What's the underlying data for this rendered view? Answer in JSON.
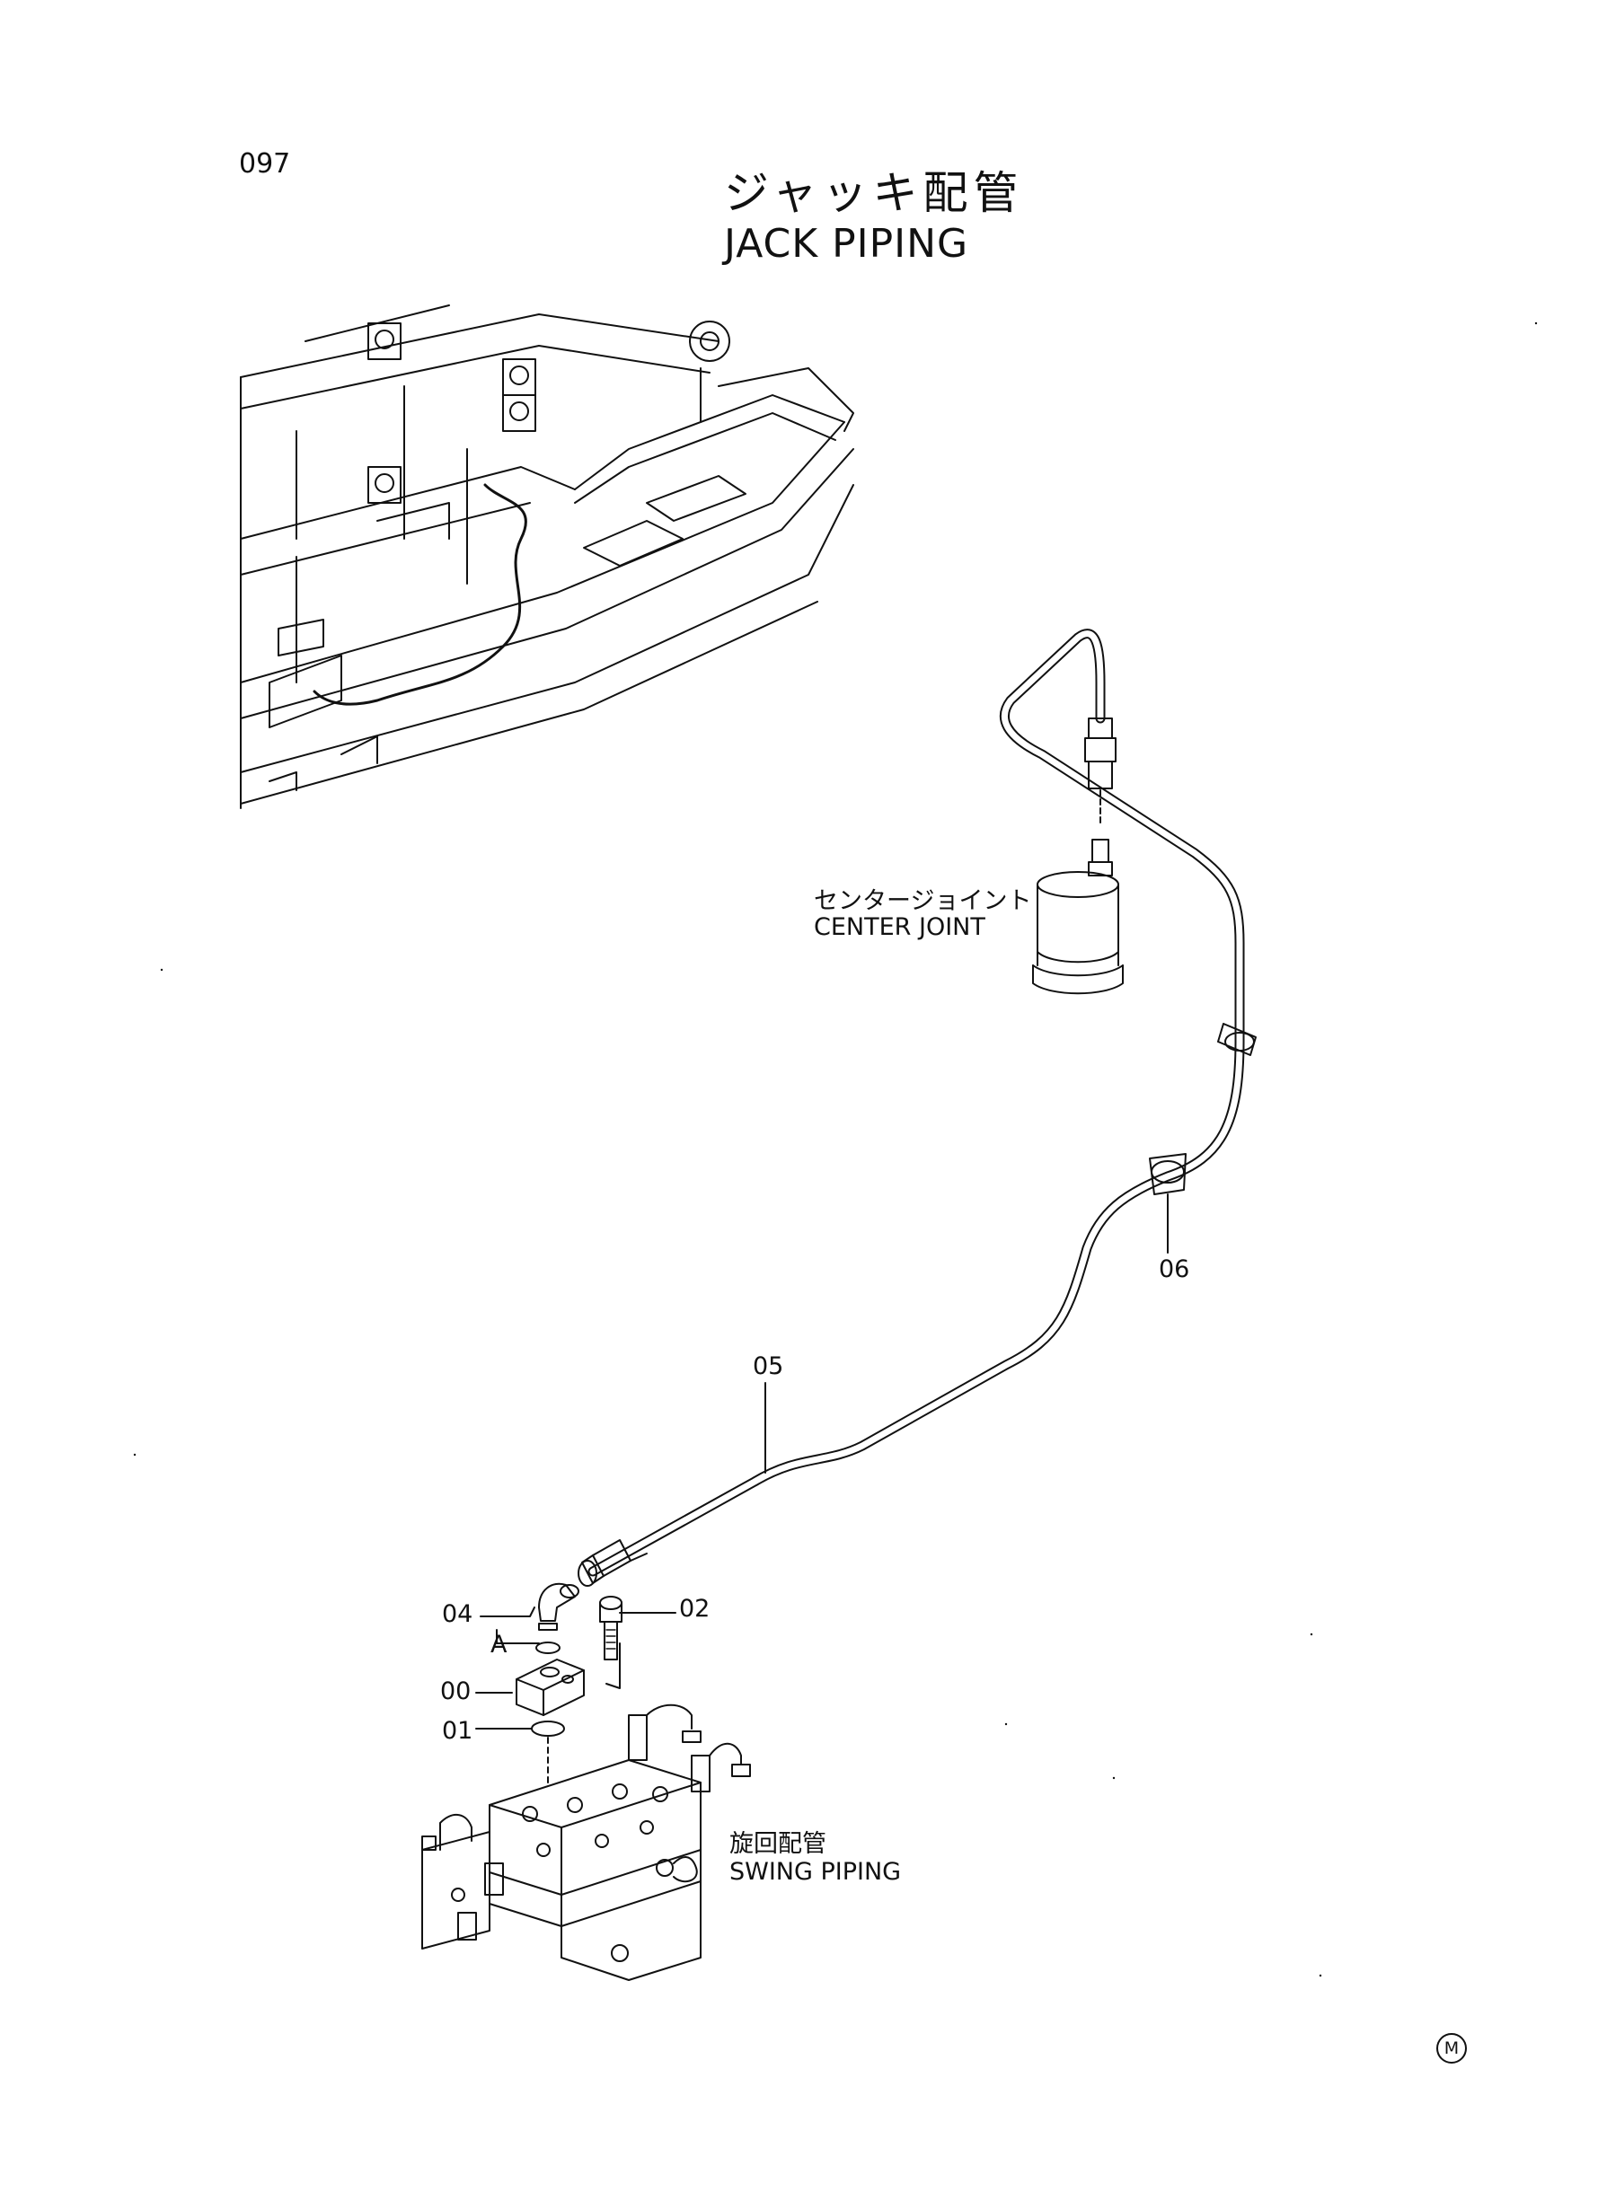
{
  "page_number": "097",
  "title": {
    "japanese": "ジャッキ配管",
    "english": "JACK PIPING"
  },
  "labels": {
    "center_joint": {
      "japanese": "センタージョイント",
      "english": "CENTER JOINT"
    },
    "swing_piping": {
      "japanese": "旋回配管",
      "english": "SWING PIPING"
    }
  },
  "callouts": {
    "pipe": "05",
    "clamp": "06",
    "elbow": "04",
    "view_marker": "A",
    "bolt": "02",
    "block": "00",
    "o_ring": "01"
  },
  "brand_mark": "M"
}
